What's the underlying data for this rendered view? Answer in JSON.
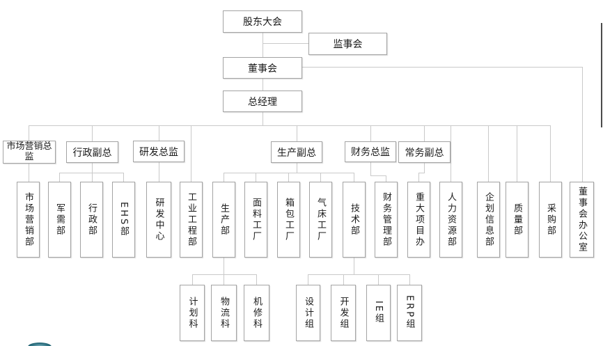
{
  "diagram": {
    "type": "organizational-chart",
    "language": "zh-CN",
    "nodes": {
      "shareholders": "股东大会",
      "supervisory": "监事会",
      "board": "董事会",
      "general_manager": "总经理",
      "marketing_director": "市场营销总监",
      "admin_vp": "行政副总",
      "rd_director": "研发总监",
      "production_vp": "生产副总",
      "finance_director": "财务总监",
      "executive_vp": "常务副总",
      "marketing_dept": "市场营销部",
      "military_dept": "军需部",
      "admin_dept": "行政部",
      "ehs_dept": "EHS部",
      "rd_center": "研发中心",
      "industrial_eng_dept": "工业工程部",
      "production_dept": "生产部",
      "fabric_factory": "面料工厂",
      "luggage_factory": "箱包工厂",
      "airbed_factory": "气床工厂",
      "tech_dept": "技术部",
      "finance_mgmt_dept": "财务管理部",
      "major_projects_office": "重大项目办",
      "hr_dept": "人力资源部",
      "planning_info_dept": "企划信息部",
      "quality_dept": "质量部",
      "purchasing_dept": "采购部",
      "board_office": "董事会办公室",
      "planning_section": "计划科",
      "logistics_section": "物流科",
      "machine_repair_section": "机修科",
      "design_group": "设计组",
      "dev_group": "开发组",
      "ie_group": "IE组",
      "erp_group": "ERP组"
    },
    "edges": [
      [
        "shareholders",
        "supervisory"
      ],
      [
        "shareholders",
        "board"
      ],
      [
        "board",
        "general_manager"
      ],
      [
        "board",
        "board_office"
      ],
      [
        "general_manager",
        "marketing_director"
      ],
      [
        "general_manager",
        "admin_vp"
      ],
      [
        "general_manager",
        "rd_director"
      ],
      [
        "general_manager",
        "production_vp"
      ],
      [
        "general_manager",
        "finance_director"
      ],
      [
        "general_manager",
        "executive_vp"
      ],
      [
        "general_manager",
        "industrial_eng_dept"
      ],
      [
        "general_manager",
        "hr_dept"
      ],
      [
        "general_manager",
        "planning_info_dept"
      ],
      [
        "general_manager",
        "quality_dept"
      ],
      [
        "general_manager",
        "purchasing_dept"
      ],
      [
        "marketing_director",
        "marketing_dept"
      ],
      [
        "admin_vp",
        "military_dept"
      ],
      [
        "admin_vp",
        "admin_dept"
      ],
      [
        "admin_vp",
        "ehs_dept"
      ],
      [
        "rd_director",
        "rd_center"
      ],
      [
        "production_vp",
        "production_dept"
      ],
      [
        "production_vp",
        "fabric_factory"
      ],
      [
        "production_vp",
        "luggage_factory"
      ],
      [
        "production_vp",
        "airbed_factory"
      ],
      [
        "production_vp",
        "tech_dept"
      ],
      [
        "finance_director",
        "finance_mgmt_dept"
      ],
      [
        "executive_vp",
        "major_projects_office"
      ],
      [
        "production_dept",
        "planning_section"
      ],
      [
        "production_dept",
        "logistics_section"
      ],
      [
        "production_dept",
        "machine_repair_section"
      ],
      [
        "tech_dept",
        "design_group"
      ],
      [
        "tech_dept",
        "dev_group"
      ],
      [
        "tech_dept",
        "ie_group"
      ],
      [
        "tech_dept",
        "erp_group"
      ]
    ],
    "colors": {
      "background": "#ffffff",
      "box_border": "#a3a3a3",
      "connector": "#c9c9c9",
      "text": "#1a1a1a",
      "watermark": "#2a6e7e"
    }
  }
}
